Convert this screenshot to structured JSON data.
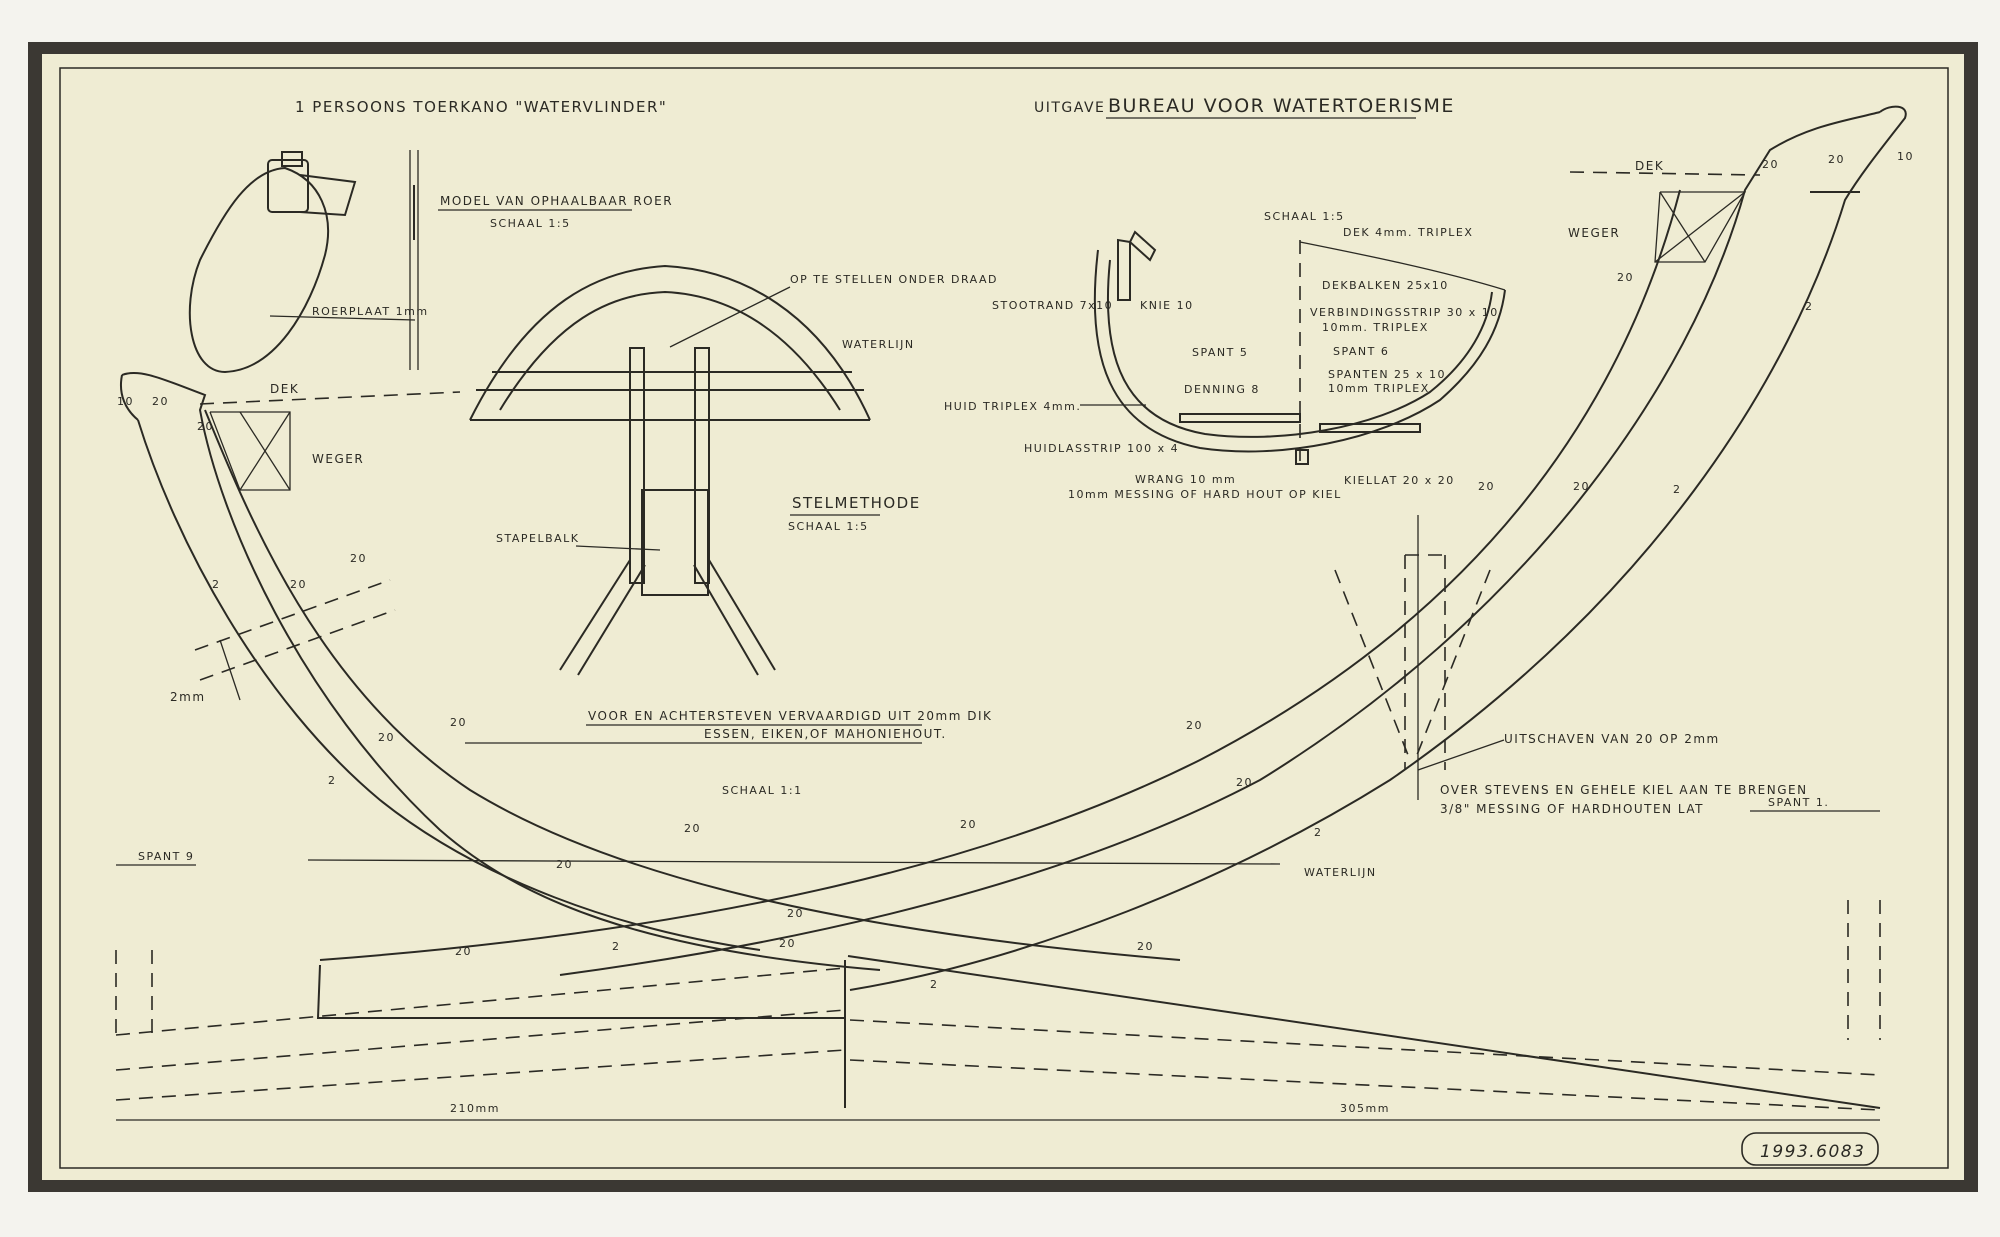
{
  "header": {
    "left_title": "1 PERSOONS TOERKANO \"WATERVLINDER\"",
    "right_prefix": "UITGAVE",
    "right_title": "BUREAU VOOR WATERTOERISME"
  },
  "rudder": {
    "title": "MODEL VAN OPHAALBAAR ROER",
    "scale": "SCHAAL 1:5",
    "plate": "ROERPLAAT 1mm"
  },
  "stelmethode": {
    "title": "STELMETHODE",
    "scale": "SCHAAL 1:5",
    "adjust": "OP TE STELLEN ONDER DRAAD",
    "waterline": "WATERLIJN",
    "stapelbalk": "STAPELBALK"
  },
  "section": {
    "scale": "SCHAAL 1:5",
    "dek": "DEK 4mm. TRIPLEX",
    "dekbalken": "DEKBALKEN 25x10",
    "verbinding1": "VERBINDINGSSTRIP 30 x 10",
    "verbinding2": "10mm. TRIPLEX",
    "spant6": "SPANT 6",
    "spanten1": "SPANTEN 25 x 10",
    "spanten2": "10mm TRIPLEX",
    "stootrand": "STOOTRAND 7x10",
    "knie": "KNIE 10",
    "spant5": "SPANT 5",
    "denning": "DENNING 8",
    "huid": "HUID TRIPLEX 4mm.",
    "huidlasstrip": "HUIDLASSTRIP 100 x 4",
    "wrang": "WRANG 10 mm",
    "messing": "10mm MESSING OF HARD HOUT OP KIEL",
    "kiellat": "KIELLAT 20 x 20"
  },
  "stem_left": {
    "dek": "DEK",
    "weger": "WEGER",
    "two_mm": "2mm",
    "n10": "10",
    "n20": "20",
    "n2": "2"
  },
  "stem_right": {
    "dek": "DEK",
    "weger": "WEGER",
    "n10": "10",
    "n20": "20",
    "n2": "2"
  },
  "notes": {
    "steven1": "VOOR EN ACHTERSTEVEN VERVAARDIGD UIT 20mm DIK",
    "steven2": "ESSEN, EIKEN,OF MAHONIEHOUT.",
    "steven_scale": "SCHAAL 1:1",
    "uitschaven": "UITSCHAVEN VAN 20 OP 2mm",
    "over1": "OVER STEVENS EN GEHELE KIEL AAN TE BRENGEN",
    "over2": "3/8\" MESSING OF HARDHOUTEN LAT",
    "waterlijn": "WATERLIJN",
    "spant9": "SPANT 9",
    "spant1": "SPANT 1."
  },
  "dimensions": {
    "left": "210mm",
    "right": "305mm"
  },
  "catalog_number": "1993.6083",
  "colors": {
    "paper": "#efecd3",
    "border": "#3b3833",
    "ink": "#2b2a24"
  }
}
